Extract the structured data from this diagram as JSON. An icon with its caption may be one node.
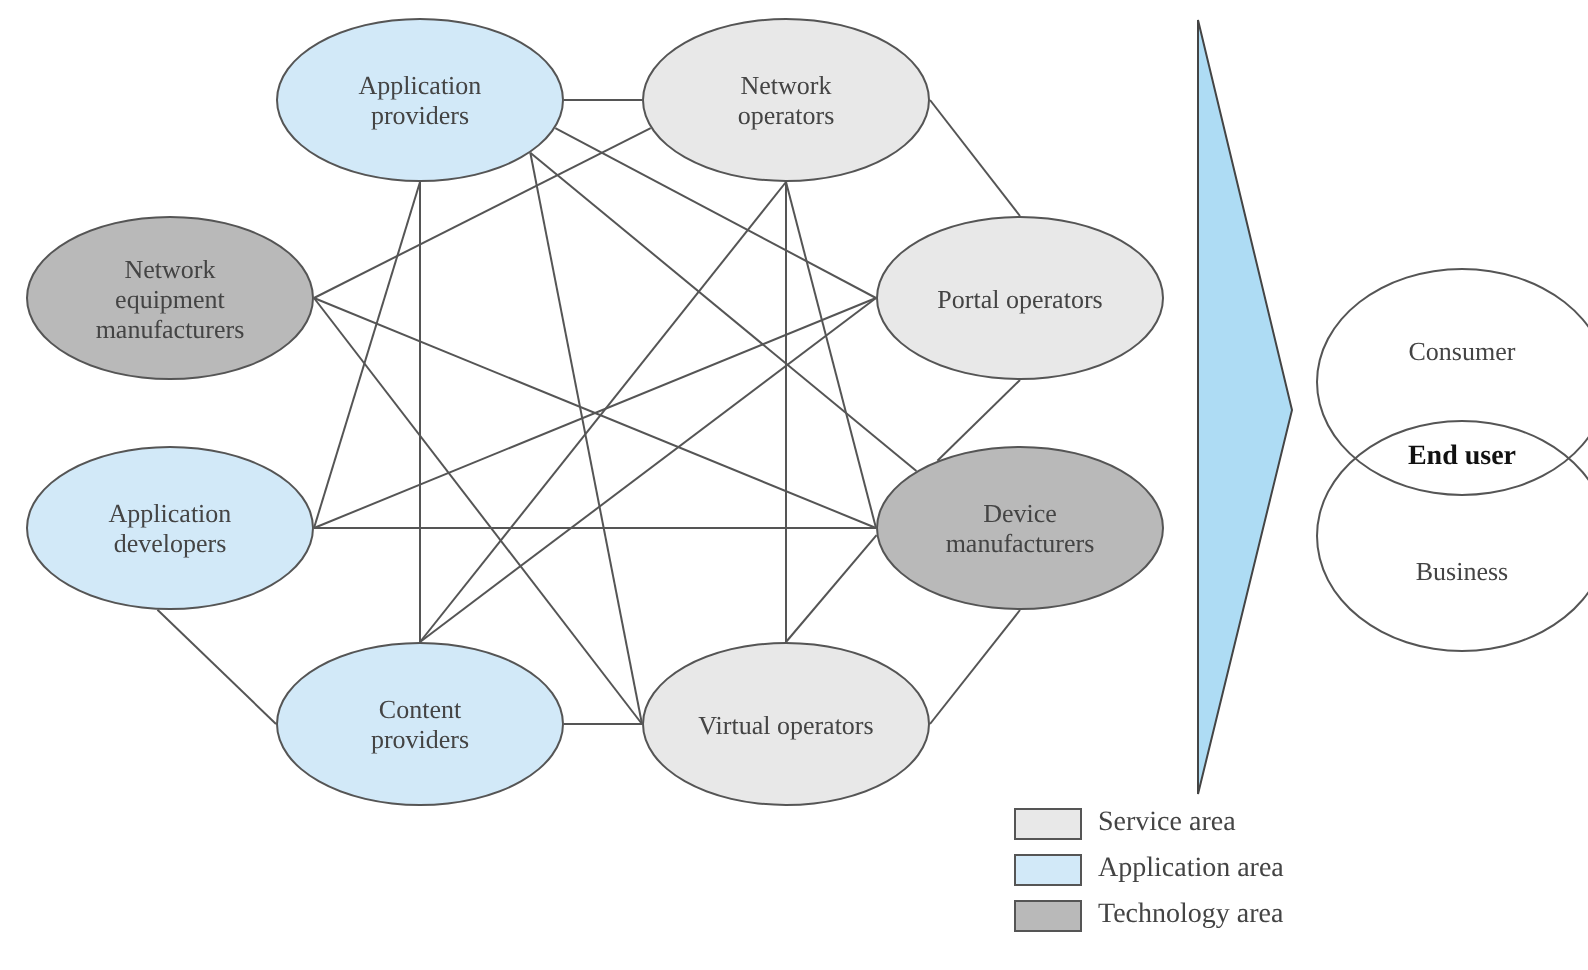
{
  "diagram": {
    "nodes": [
      {
        "text": [
          "Application providers"
        ]
      },
      {
        "text": [
          "Network operators"
        ]
      },
      {
        "text": [
          "Network equipment manufacturers"
        ]
      },
      {
        "text": [
          "Portal operators"
        ]
      },
      {
        "text": [
          "Application developers"
        ]
      },
      {
        "text": [
          "Device manufacturers"
        ]
      },
      {
        "text": [
          "Content providers"
        ]
      },
      {
        "text": [
          "Virtual operators"
        ]
      },
      {
        "text": [
          "Consumer"
        ]
      },
      {
        "text": [
          "Business"
        ]
      }
    ],
    "edges": [
      {
        "from": 0,
        "to": 1,
        "arrow": "none"
      },
      {
        "from": 0,
        "to": 6,
        "arrow": "none"
      },
      {
        "from": 0,
        "to": 4,
        "arrow": "none"
      },
      {
        "from": 0,
        "to": 7,
        "arrow": "none"
      },
      {
        "from": 0,
        "to": 3,
        "arrow": "none"
      },
      {
        "from": 0,
        "to": 5,
        "arrow": "none"
      },
      {
        "from": 1,
        "to": 2,
        "arrow": "none"
      },
      {
        "from": 1,
        "to": 6,
        "arrow": "none"
      },
      {
        "from": 1,
        "to": 7,
        "arrow": "none"
      },
      {
        "from": 1,
        "to": 5,
        "arrow": "none"
      },
      {
        "from": 1,
        "to": 3,
        "arrow": "none"
      },
      {
        "from": 2,
        "to": 7,
        "arrow": "none"
      },
      {
        "from": 2,
        "to": 5,
        "arrow": "none"
      },
      {
        "from": 3,
        "to": 6,
        "arrow": "none"
      },
      {
        "from": 3,
        "to": 4,
        "arrow": "none"
      },
      {
        "from": 3,
        "to": 5,
        "arrow": "none"
      },
      {
        "from": 4,
        "to": 5,
        "arrow": "none"
      },
      {
        "from": 4,
        "to": 6,
        "arrow": "none"
      },
      {
        "from": 6,
        "to": 7,
        "arrow": "none"
      },
      {
        "from": 5,
        "to": 7,
        "arrow": "none"
      },
      {
        "from": 5,
        "to": 7,
        "arrow": "none"
      }
    ],
    "labels": [
      "End user"
    ],
    "legend": [
      {
        "text": "Service area",
        "color": "#e8e8e8"
      },
      {
        "text": "Application area",
        "color": "#d2e9f8"
      },
      {
        "text": "Technology area",
        "color": "#b9b9b9"
      }
    ]
  }
}
